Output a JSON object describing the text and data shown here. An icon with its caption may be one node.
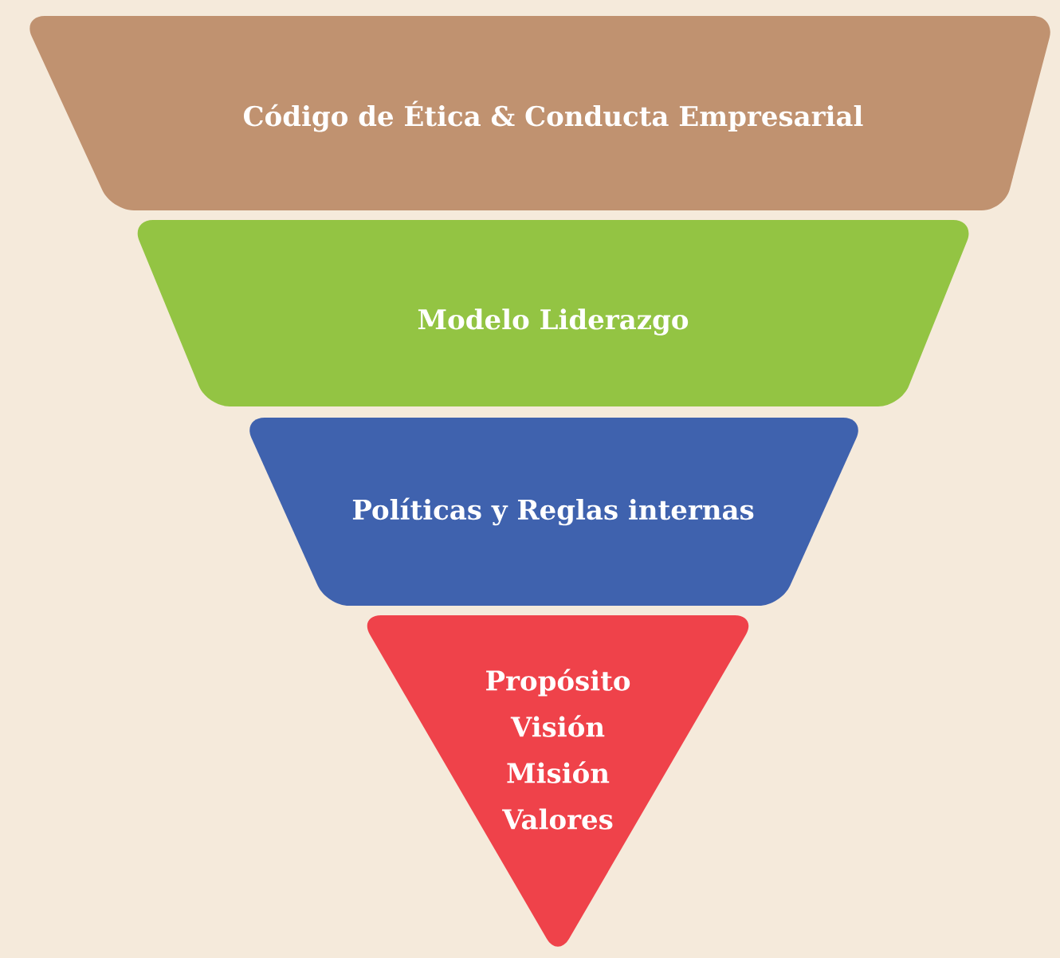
{
  "diagram": {
    "nodes": [
      {
        "text": [
          "Código de Ética & Conducta Empresarial"
        ]
      },
      {
        "text": [
          "Modelo Liderazgo"
        ]
      },
      {
        "text": [
          "Políticas y Reglas internas"
        ]
      },
      {
        "text": [
          "Propósito",
          "Visión",
          "Misión",
          "Valores"
        ]
      }
    ]
  }
}
